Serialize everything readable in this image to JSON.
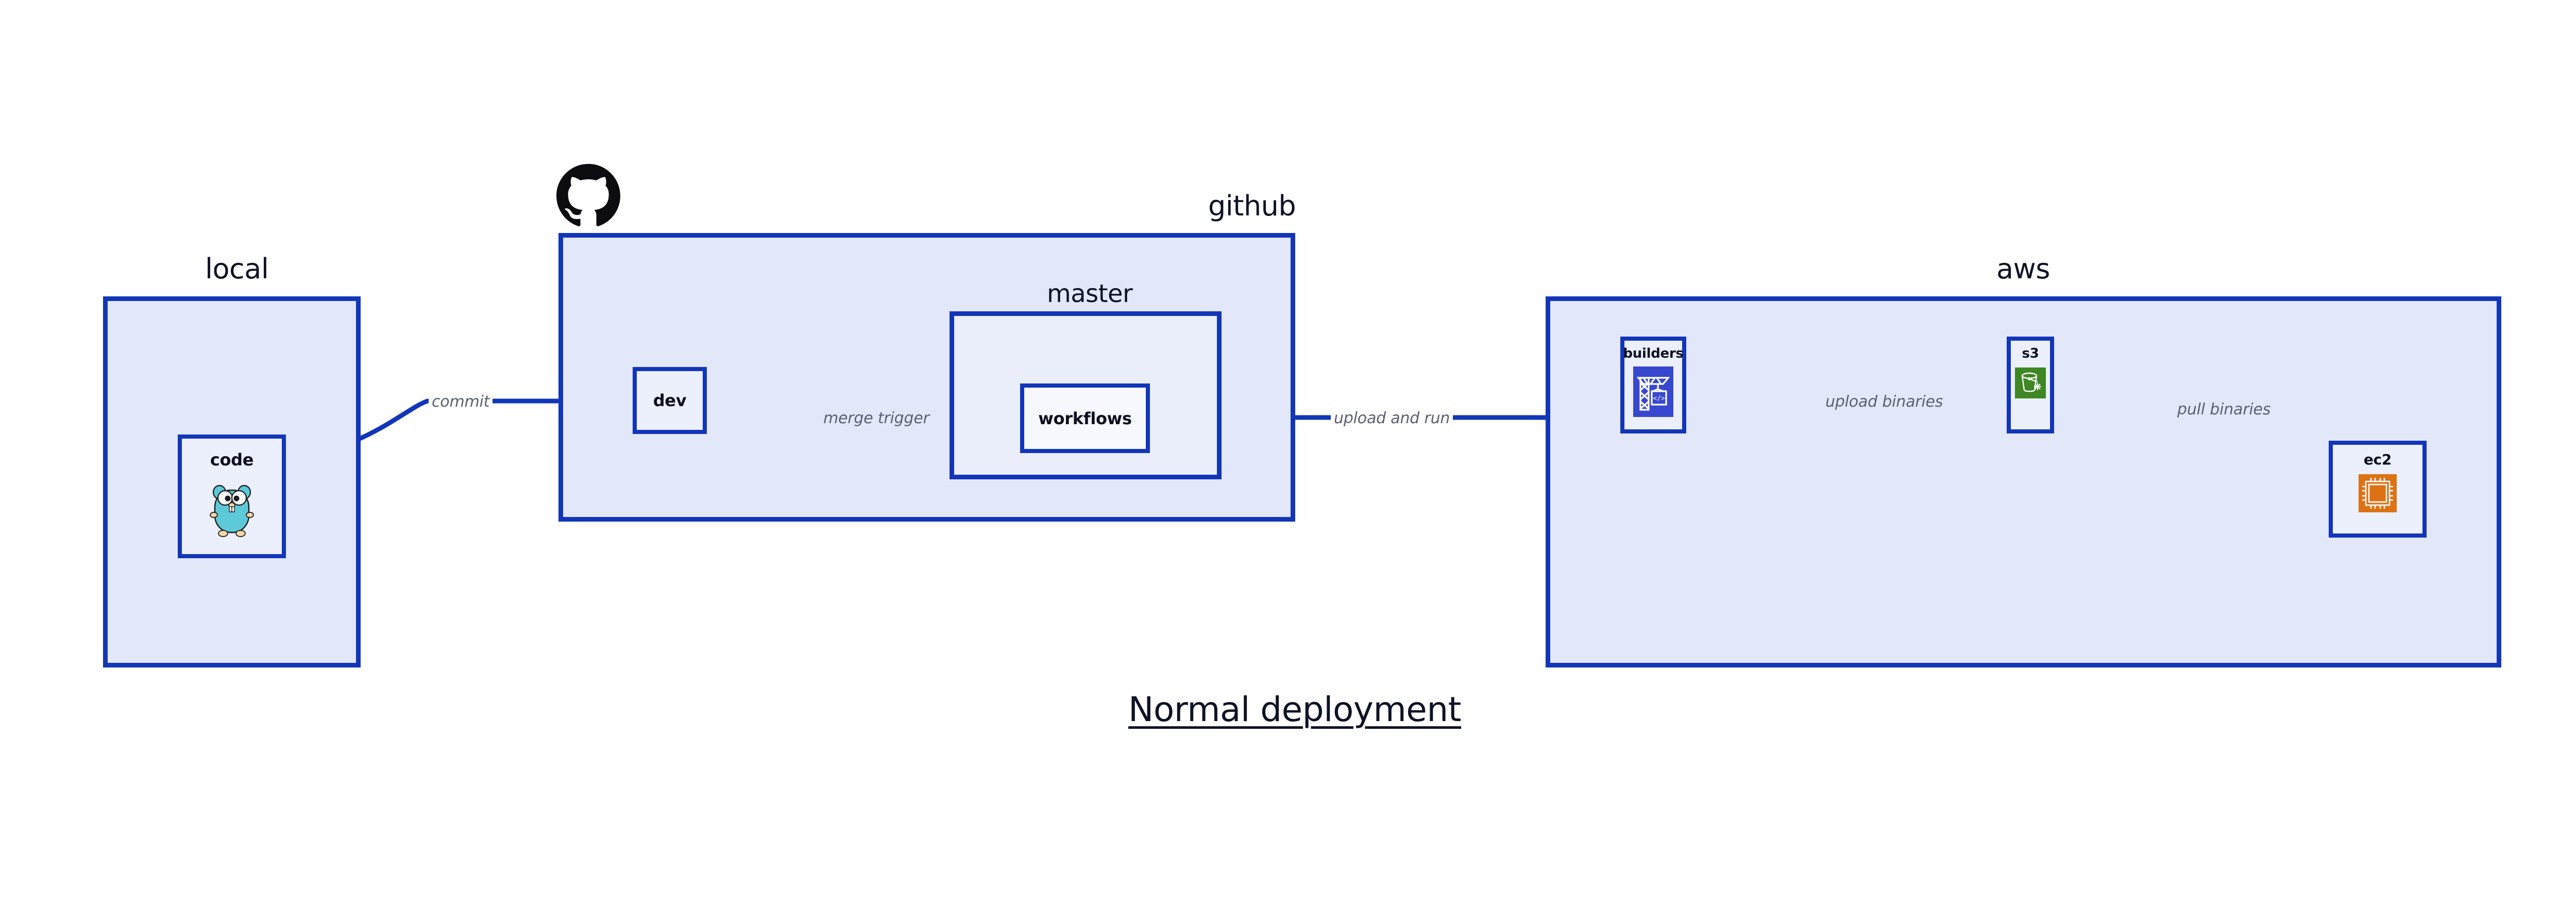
{
  "diagram": {
    "title": "Normal deployment",
    "groups": [
      {
        "id": "local",
        "label": "local"
      },
      {
        "id": "github",
        "label": "github"
      },
      {
        "id": "aws",
        "label": "aws"
      }
    ],
    "subgroups": [
      {
        "id": "master",
        "label": "master",
        "parent": "github"
      }
    ],
    "nodes": [
      {
        "id": "code",
        "label": "code",
        "icon": "go-gopher-icon",
        "parent": "local"
      },
      {
        "id": "dev",
        "label": "dev",
        "icon": null,
        "parent": "github"
      },
      {
        "id": "workflows",
        "label": "workflows",
        "icon": null,
        "parent": "master"
      },
      {
        "id": "builders",
        "label": "builders",
        "icon": "aws-builder-crane-icon",
        "parent": "aws"
      },
      {
        "id": "s3",
        "label": "s3",
        "icon": "aws-s3-bucket-icon",
        "parent": "aws"
      },
      {
        "id": "ec2",
        "label": "ec2",
        "icon": "aws-ec2-chip-icon",
        "parent": "aws"
      }
    ],
    "edges": [
      {
        "id": "commit",
        "label": "commit",
        "from": "code",
        "to": "dev"
      },
      {
        "id": "merge-trigger",
        "label": "merge trigger",
        "from": "dev",
        "to": "workflows"
      },
      {
        "id": "upload-and-run",
        "label": "upload and run",
        "from": "workflows",
        "to": "builders"
      },
      {
        "id": "upload-binaries",
        "label": "upload binaries",
        "from": "builders",
        "to": "s3"
      },
      {
        "id": "pull-binaries",
        "label": "pull binaries",
        "from": "s3",
        "to": "ec2"
      }
    ],
    "logos": [
      {
        "id": "github-logo",
        "icon": "github-octocat-icon"
      }
    ],
    "colors": {
      "border": "#1236b8",
      "group_fill": "#e3e7fa",
      "subgroup_fill": "#eaeefb",
      "node_fill": "#eceffc",
      "edge_label": "#5a6070",
      "s3_icon_bg": "#3f8624",
      "builders_icon_bg": "#3848ce",
      "ec2_icon_bg": "#dd7215",
      "gopher_body": "#5dc9d8",
      "text": "#0e1226"
    }
  }
}
